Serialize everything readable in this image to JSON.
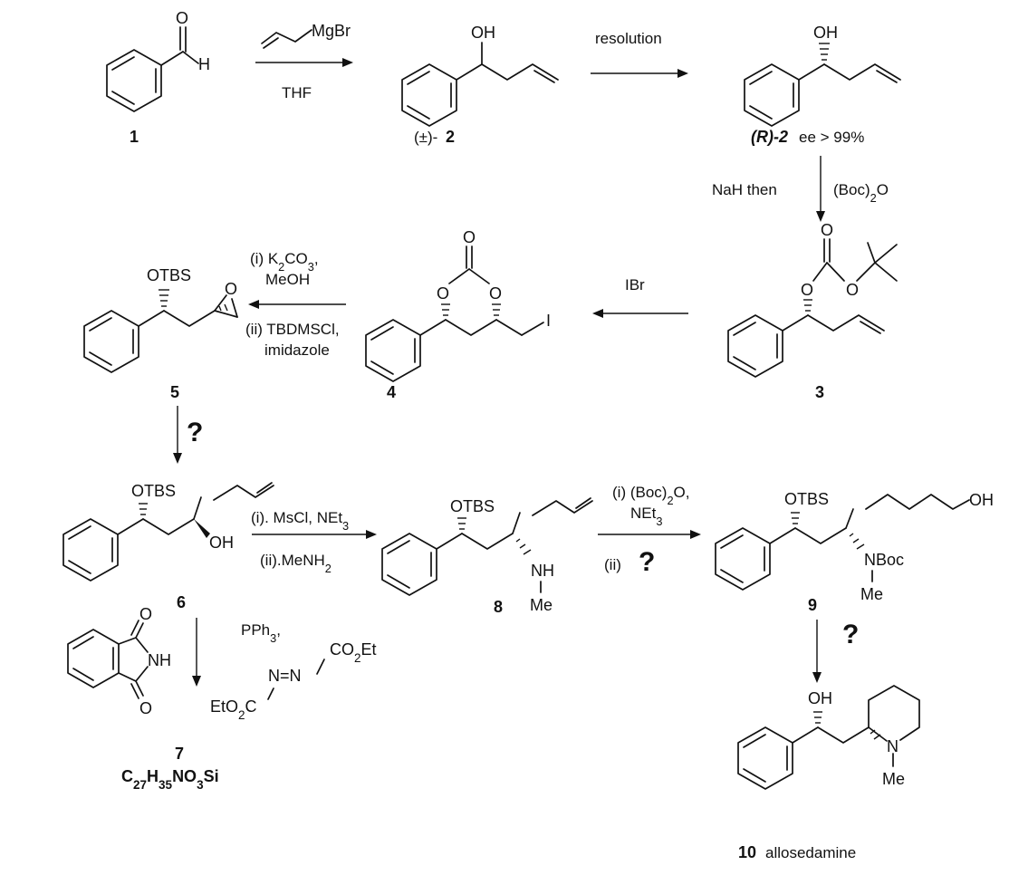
{
  "title": "",
  "compounds": {
    "c1": {
      "label": "1",
      "atoms": [
        "O",
        "H"
      ]
    },
    "c2": {
      "label": "2",
      "prefix": "(±)-",
      "atoms": [
        "OH"
      ]
    },
    "cR2": {
      "label": "(R)-2",
      "note": "ee > 99%",
      "atoms": [
        "OH"
      ]
    },
    "c3": {
      "label": "3",
      "atoms": [
        "O",
        "O",
        "O"
      ]
    },
    "c4": {
      "label": "4",
      "atoms": [
        "O",
        "O",
        "O",
        "I"
      ]
    },
    "c5": {
      "label": "5",
      "atoms": [
        "OTBS",
        "O"
      ]
    },
    "c6": {
      "label": "6",
      "atoms": [
        "OTBS",
        "OH"
      ]
    },
    "c7": {
      "label": "7",
      "formula": "C27H35NO3Si"
    },
    "c8": {
      "label": "8",
      "atoms": [
        "OTBS",
        "NH",
        "Me"
      ]
    },
    "c9": {
      "label": "9",
      "atoms": [
        "OTBS",
        "OH",
        "NBoc",
        "Me"
      ]
    },
    "c10": {
      "label": "10",
      "name": "allosedamine",
      "atoms": [
        "OH",
        "N",
        "Me"
      ]
    }
  },
  "reagents": {
    "allylMgBr": "MgBr",
    "thf": "THF",
    "resolution": "resolution",
    "nah": "NaH then",
    "boc2o": "(Boc)2O",
    "ibr": "IBr",
    "k2co3": "(i) K2CO3,",
    "meoh": "MeOH",
    "tbdmscl": "(ii) TBDMSCl,",
    "imidazole": "imidazole",
    "mscl": "(i). MsCl, NEt3",
    "menh2": "(ii).MeNH2",
    "boc2o_b": "(i) (Boc)2O,",
    "net3": "NEt3",
    "step_ii": "(ii)",
    "pph3": "PPh3,",
    "co2et": "CO2Et",
    "n_n": "N=N",
    "eto2c": "EtO2C",
    "phth_nh": "NH",
    "phth_o1": "O",
    "phth_o2": "O"
  },
  "unknown_mark": "?"
}
